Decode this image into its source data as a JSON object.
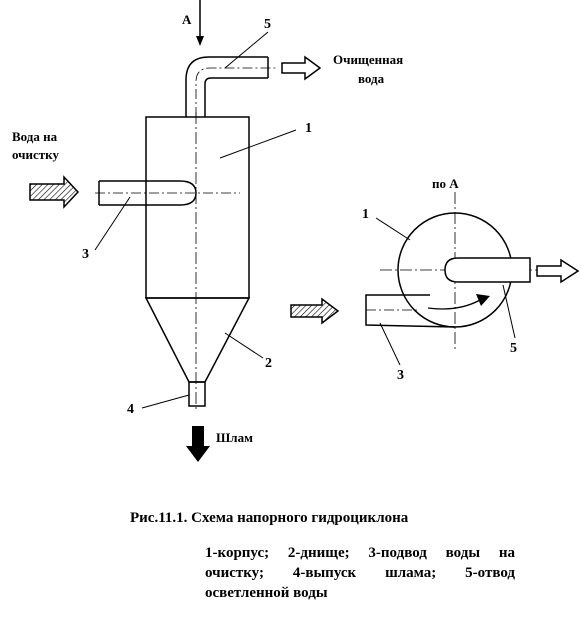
{
  "labels": {
    "view_arrow": "А",
    "cleaned_water": [
      "Очищенная",
      "вода"
    ],
    "inlet_water": [
      "Вода на",
      "очистку"
    ],
    "sludge": "Шлам",
    "view_title": "по А"
  },
  "numbers": {
    "n1": "1",
    "n2": "2",
    "n3": "3",
    "n4": "4",
    "n5": "5",
    "view_n1": "1",
    "view_n3": "3",
    "view_n5": "5"
  },
  "caption": "Рис.11.1. Схема напорного гидроциклона",
  "legend": "1-корпус; 2-днище; 3-подвод воды на очистку; 4-выпуск шлама; 5-отвод осветленной воды"
}
